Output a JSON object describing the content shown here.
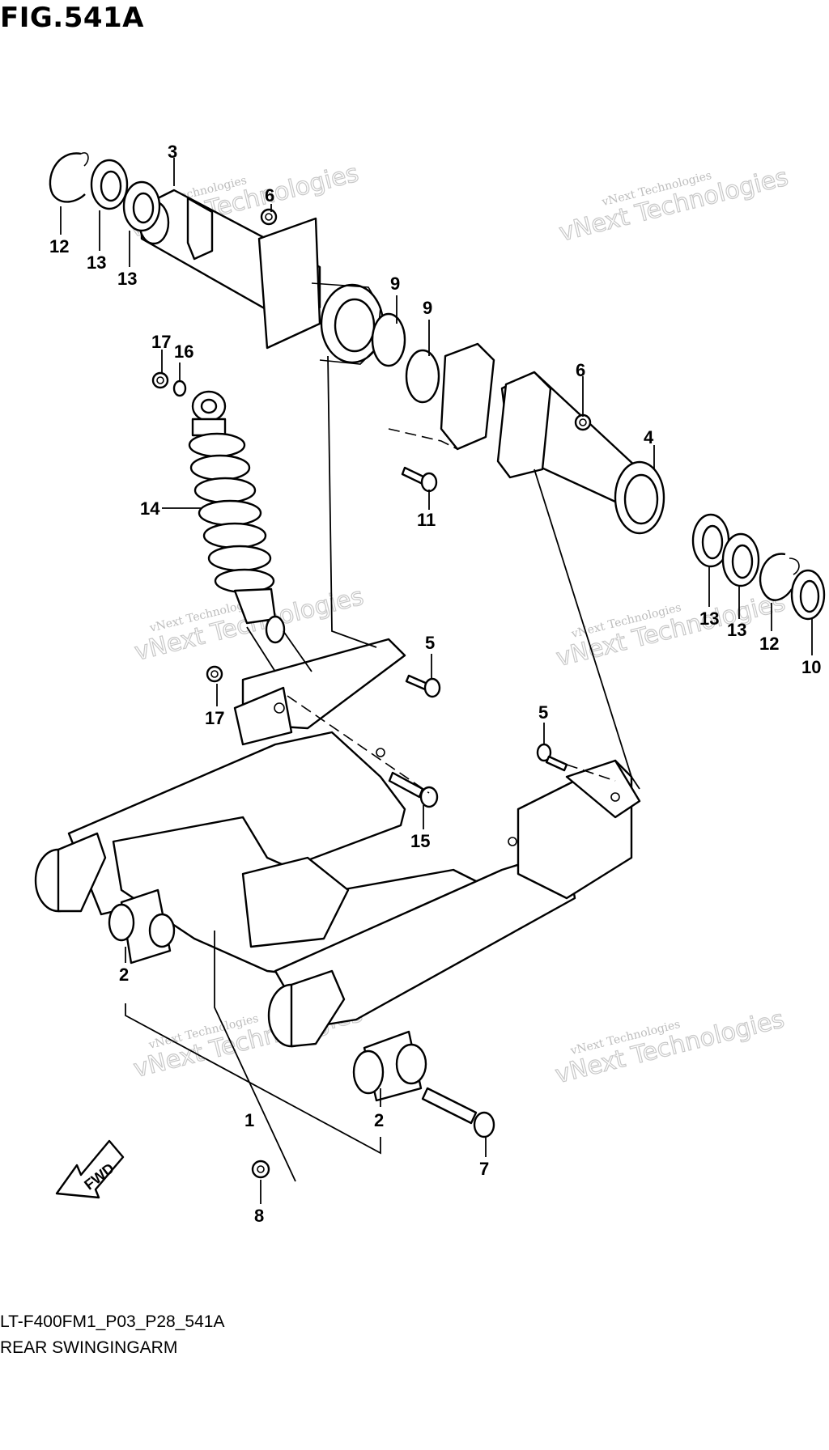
{
  "figure": {
    "title": "FIG.541A",
    "code": "LT-F400FM1_P03_P28_541A",
    "name": "REAR SWINGINGARM"
  },
  "watermark": {
    "line1": "vNext Technologies",
    "line2": "vNext Technologies"
  },
  "fwd_arrow": {
    "label": "FWD"
  },
  "callouts": [
    {
      "id": "c3",
      "text": "3"
    },
    {
      "id": "c6a",
      "text": "6"
    },
    {
      "id": "c12a",
      "text": "12"
    },
    {
      "id": "c13a",
      "text": "13"
    },
    {
      "id": "c13b",
      "text": "13"
    },
    {
      "id": "c9a",
      "text": "9"
    },
    {
      "id": "c9b",
      "text": "9"
    },
    {
      "id": "c6b",
      "text": "6"
    },
    {
      "id": "c4",
      "text": "4"
    },
    {
      "id": "c17a",
      "text": "17"
    },
    {
      "id": "c16",
      "text": "16"
    },
    {
      "id": "c14",
      "text": "14"
    },
    {
      "id": "c11",
      "text": "11"
    },
    {
      "id": "c13c",
      "text": "13"
    },
    {
      "id": "c13d",
      "text": "13"
    },
    {
      "id": "c12b",
      "text": "12"
    },
    {
      "id": "c10",
      "text": "10"
    },
    {
      "id": "c5a",
      "text": "5"
    },
    {
      "id": "c17b",
      "text": "17"
    },
    {
      "id": "c5b",
      "text": "5"
    },
    {
      "id": "c15",
      "text": "15"
    },
    {
      "id": "c2a",
      "text": "2"
    },
    {
      "id": "c1",
      "text": "1"
    },
    {
      "id": "c2b",
      "text": "2"
    },
    {
      "id": "c7",
      "text": "7"
    },
    {
      "id": "c8",
      "text": "8"
    }
  ]
}
